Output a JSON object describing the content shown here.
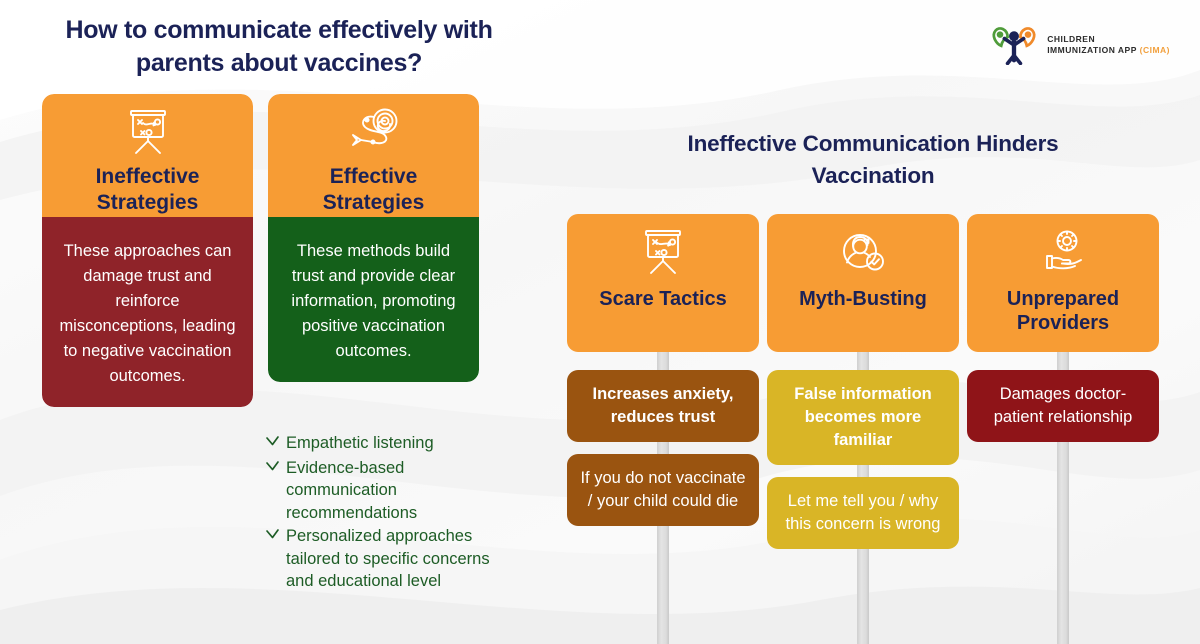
{
  "header": {
    "title": "How to communicate effectively with parents about vaccines?",
    "logo": {
      "line1": "CHILDREN",
      "line2": "IMMUNIZATION APP",
      "abbrev": "(CIMA)",
      "icon": "family-group-icon"
    }
  },
  "strategy_cards": [
    {
      "icon": "strategy-board-icon",
      "title": "Ineffective Strategies",
      "body": "These approaches can damage trust and reinforce misconceptions, leading to negative vaccination outcomes.",
      "header_color": "#f79c34",
      "body_color": "#8f2329"
    },
    {
      "icon": "target-arrow-icon",
      "title": "Effective Strategies",
      "body": "These methods build trust and provide clear information, promoting positive vaccination outcomes.",
      "header_color": "#f79c34",
      "body_color": "#14601a"
    }
  ],
  "bullets": {
    "marker_icon": "chevron-check-icon",
    "color": "#1d5c25",
    "items": [
      "Empathetic listening",
      "Evidence-based communication recommendations",
      "Personalized approaches tailored to specific concerns and educational level"
    ]
  },
  "right_section": {
    "title": "Ineffective Communication Hinders Vaccination",
    "columns": [
      {
        "icon": "strategy-board-icon",
        "title": "Scare Tactics",
        "head_color": "#f79c34",
        "effect": "Increases anxiety, reduces trust",
        "example": "If you do not vaccinate / your child could die",
        "box_color": "#9a5410"
      },
      {
        "icon": "person-check-icon",
        "title": "Myth-Busting",
        "head_color": "#f79c34",
        "effect": "False information becomes more familiar",
        "example": "Let me tell you / why this concern is wrong",
        "box_color": "#d9b526"
      },
      {
        "icon": "hand-gear-icon",
        "title": "Unprepared Providers",
        "head_color": "#f79c34",
        "effect": "Damages doctor-patient relationship",
        "example": "",
        "box_color": "#8f1418"
      }
    ]
  },
  "colors": {
    "background": "#fbfbfb",
    "navy": "#1b2257",
    "orange": "#f79c34",
    "dark_red": "#8f2329",
    "dark_green": "#14601a",
    "brown": "#9a5410",
    "gold": "#d9b526",
    "pole_gray": "#dcdcdc"
  }
}
